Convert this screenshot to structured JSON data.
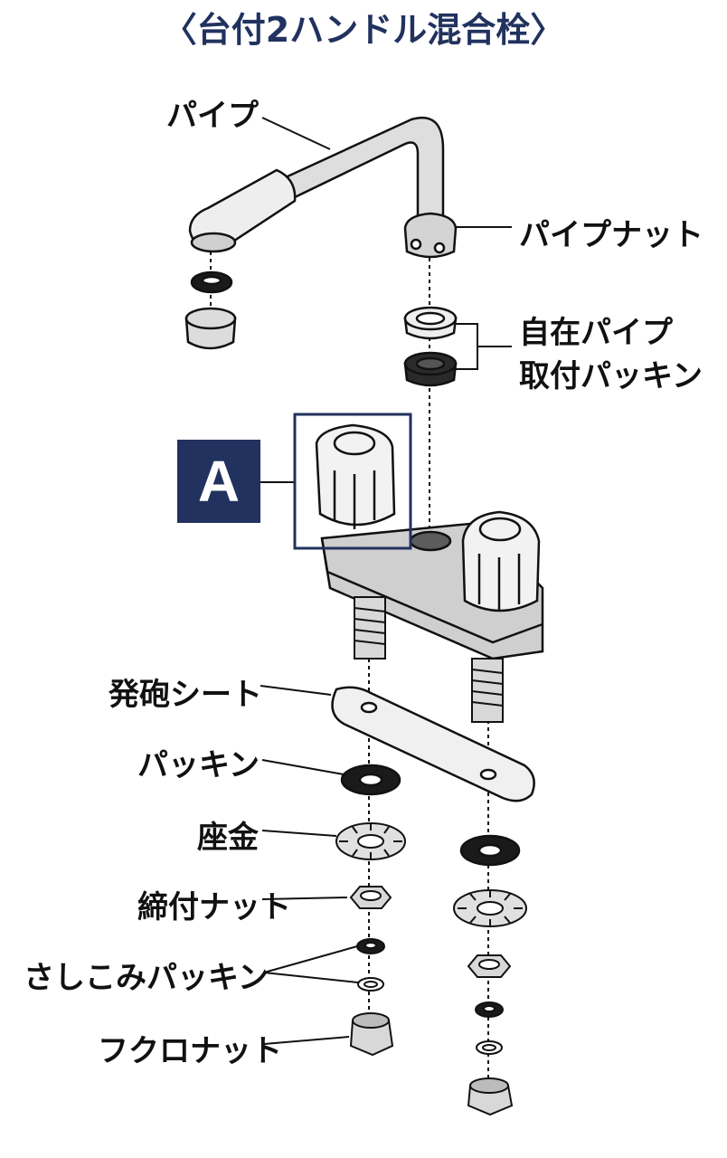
{
  "title": "〈台付2ハンドル混合栓〉",
  "badge": "A",
  "labels": {
    "pipe": "パイプ",
    "pipe_nut": "パイプナット",
    "jizai_1": "自在パイプ",
    "jizai_2": "取付パッキン",
    "foam_sheet": "発砲シート",
    "packing": "パッキン",
    "washer": "座金",
    "tighten_nut": "締付ナット",
    "insert_packing": "さしこみパッキン",
    "cap_nut": "フクロナット"
  },
  "colors": {
    "navy": "#22325f",
    "metal": "#d9d9d9",
    "dark_gray": "#3a3a3a",
    "black_rubber": "#1a1a1a"
  }
}
